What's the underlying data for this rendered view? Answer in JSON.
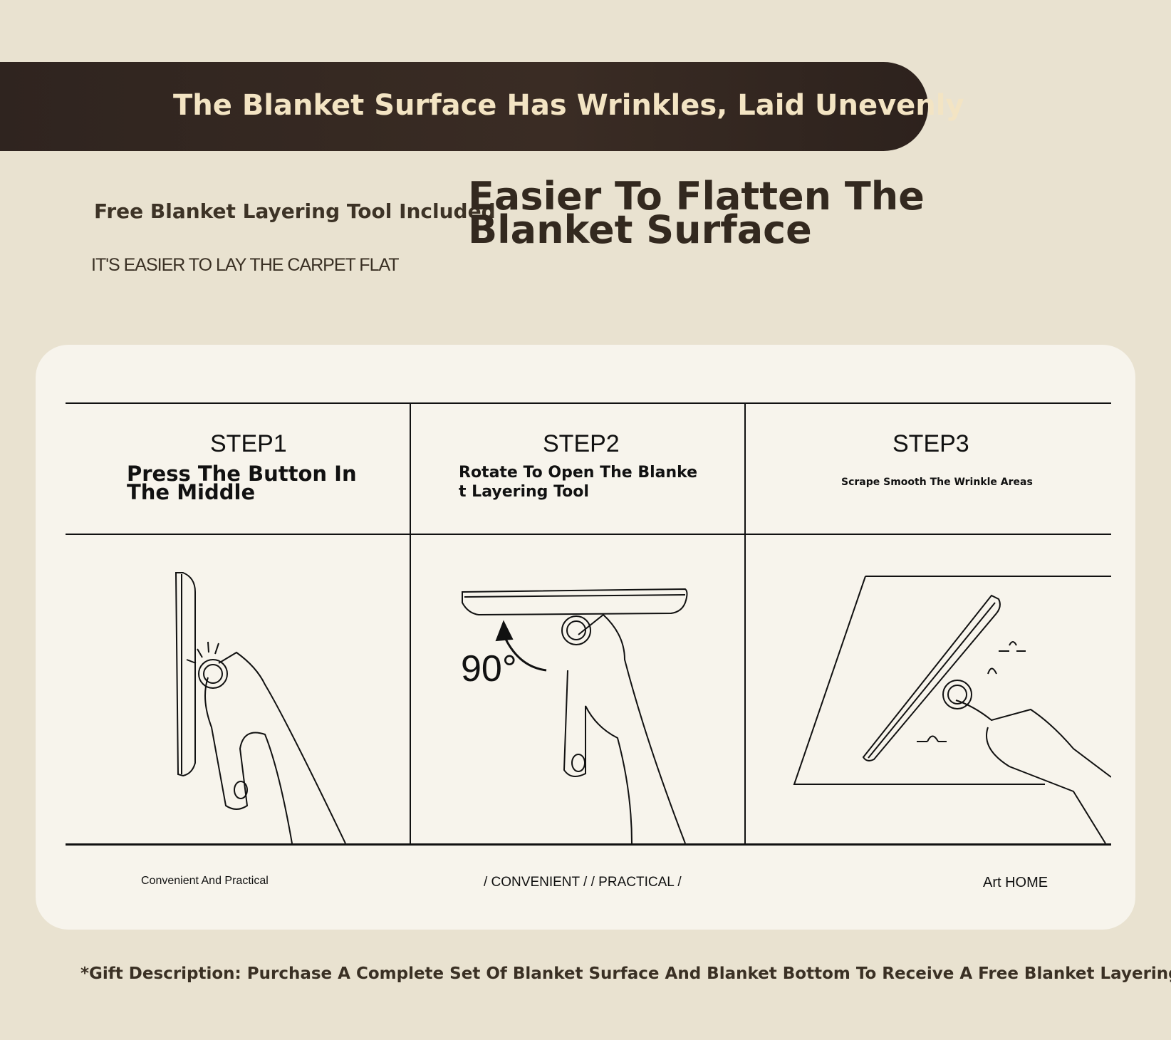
{
  "banner": {
    "title": "The Blanket Surface Has Wrinkles, Laid Unevenly"
  },
  "intro": {
    "free_tool": "Free Blanket Layering Tool Included",
    "headline": "Easier To Flatten The Blanket Surface",
    "subtitle": "IT'S EASIER TO LAY THE CARPET FLAT"
  },
  "steps": [
    {
      "label": "STEP1",
      "description": "Press The Button In The Middle"
    },
    {
      "label": "STEP2",
      "description": "Rotate To Open The Blanket Layering Tool",
      "angle_label": "90°"
    },
    {
      "label": "STEP3",
      "description": "Scrape Smooth The Wrinkle Areas"
    }
  ],
  "footer": {
    "left": "Convenient And Practical",
    "center": "/ CONVENIENT / / PRACTICAL /",
    "right": "Art HOME"
  },
  "gift": "*Gift Description: Purchase A Complete Set Of Blanket Surface And Blanket Bottom To Receive A Free Blanket Layering Tool.",
  "colors": {
    "background": "#e9e2d0",
    "banner": "#2f241f",
    "banner_text": "#f3e4c3",
    "card": "#f7f4ec"
  }
}
